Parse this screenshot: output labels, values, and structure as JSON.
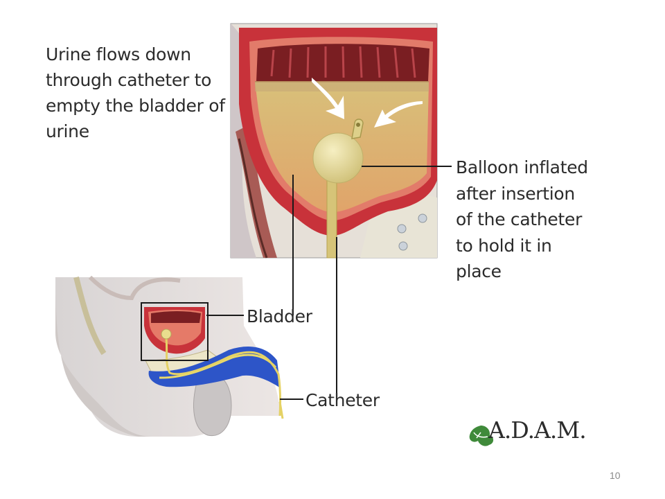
{
  "annotations": {
    "urine_flow": "Urine flows down through catheter to empty the bladder of urine",
    "balloon": "Balloon inflated after insertion of the catheter to hold it in place",
    "bladder": "Bladder",
    "catheter": "Catheter"
  },
  "logo": {
    "text": "A.D.A.M.",
    "icon": "leaf-icon",
    "color": "#3f8a3a"
  },
  "page_number": "10",
  "colors": {
    "tissue_red": "#c8323a",
    "urine_yellow": "#d9b85a",
    "balloon_yellow": "#e6d98a",
    "spine_blue": "#2d55c8",
    "skin": "#e8dcd6"
  }
}
